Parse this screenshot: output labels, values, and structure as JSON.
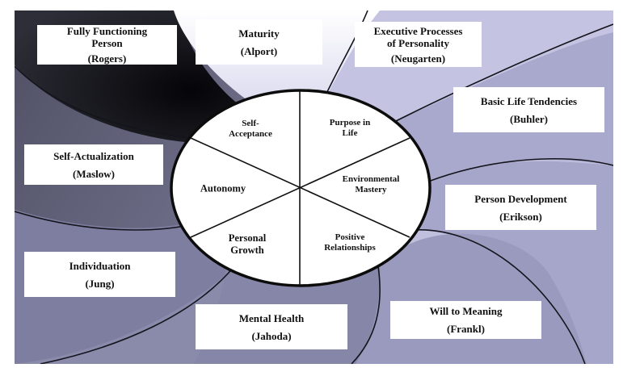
{
  "diagram": {
    "center": {
      "segments": [
        {
          "label_lines": [
            "Self-",
            "Acceptance"
          ]
        },
        {
          "label_lines": [
            "Purpose in",
            "Life"
          ]
        },
        {
          "label_lines": [
            "Environmental",
            "Mastery"
          ]
        },
        {
          "label_lines": [
            "Positive",
            "Relationships"
          ]
        },
        {
          "label_lines": [
            "Personal",
            "Growth"
          ]
        },
        {
          "label_lines": [
            "Autonomy"
          ]
        }
      ]
    },
    "theories": [
      {
        "theory_lines": [
          "Fully Functioning",
          "Person"
        ],
        "author": "(Rogers)"
      },
      {
        "theory_lines": [
          "Maturity"
        ],
        "author": "(Alport)"
      },
      {
        "theory_lines": [
          "Executive Processes",
          "of Personality"
        ],
        "author": "(Neugarten)"
      },
      {
        "theory_lines": [
          "Basic Life Tendencies"
        ],
        "author": "(Buhler)"
      },
      {
        "theory_lines": [
          "Self-Actualization"
        ],
        "author": "(Maslow)"
      },
      {
        "theory_lines": [
          "Person Development"
        ],
        "author": "(Erikson)"
      },
      {
        "theory_lines": [
          "Individuation"
        ],
        "author": "(Jung)"
      },
      {
        "theory_lines": [
          "Mental Health"
        ],
        "author": "(Jahoda)"
      },
      {
        "theory_lines": [
          "Will to Meaning"
        ],
        "author": "(Frankl)"
      }
    ],
    "colors": {
      "background_light": "#c9c9e6",
      "background_mid": "#a3a3c8",
      "background_dark": "#6f6f8c",
      "dark_region": "#1b1b22",
      "outline": "#111111",
      "box_fill": "#ffffff"
    }
  }
}
